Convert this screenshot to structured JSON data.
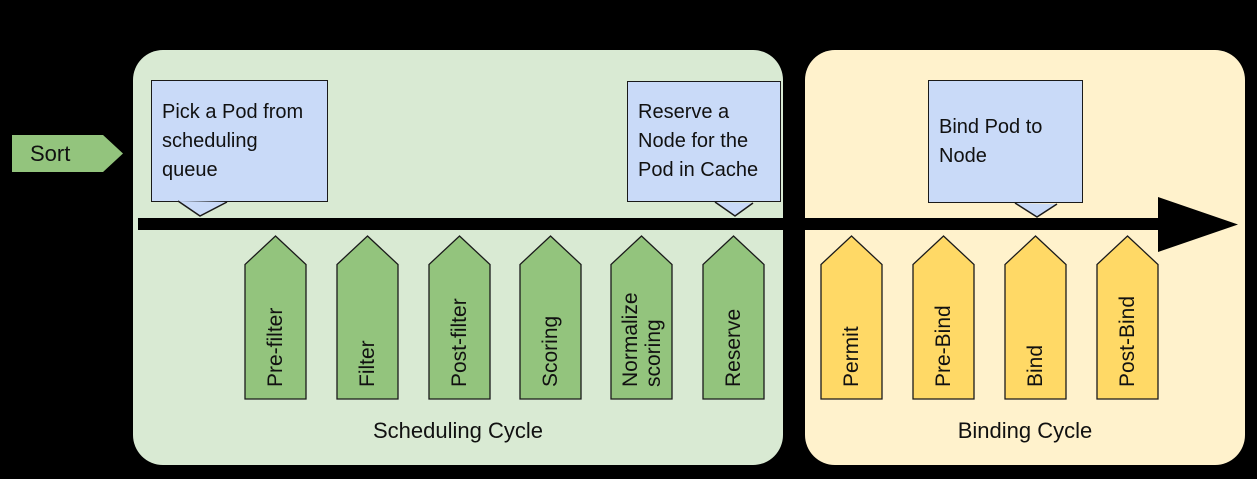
{
  "colors": {
    "background": "#000000",
    "stage_green": "#93c47d",
    "cycle_green": "#d9ead3",
    "stage_yellow": "#ffd966",
    "cycle_yellow": "#fff2cc",
    "callout_blue": "#c9daf8",
    "arrow_black": "#000000",
    "outline": "#1a1a1a"
  },
  "sort": {
    "label": "Sort"
  },
  "scheduling": {
    "title": "Scheduling Cycle",
    "stages": [
      {
        "label": "Pre-filter"
      },
      {
        "label": "Filter"
      },
      {
        "label": "Post-filter"
      },
      {
        "label": "Scoring"
      },
      {
        "label": "Normalize\nscoring"
      },
      {
        "label": "Reserve"
      }
    ]
  },
  "binding": {
    "title": "Binding Cycle",
    "stages": [
      {
        "label": "Permit"
      },
      {
        "label": "Pre-Bind"
      },
      {
        "label": "Bind"
      },
      {
        "label": "Post-Bind"
      }
    ]
  },
  "callouts": {
    "pick_pod": {
      "text": "Pick a Pod from\nscheduling\nqueue"
    },
    "reserve_node": {
      "text": "Reserve a\nNode for the\nPod in Cache"
    },
    "bind_pod": {
      "text": "Bind Pod to\nNode"
    }
  }
}
